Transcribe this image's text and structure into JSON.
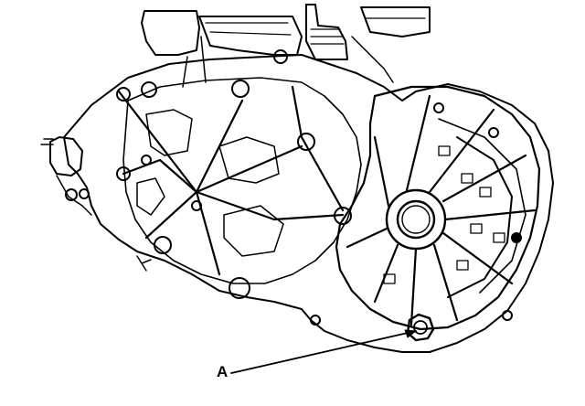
{
  "figure": {
    "subject": "transmission-housing",
    "stroke_color": "#000000",
    "background_color": "#ffffff"
  },
  "callouts": [
    {
      "id": "A",
      "label": "A"
    }
  ]
}
